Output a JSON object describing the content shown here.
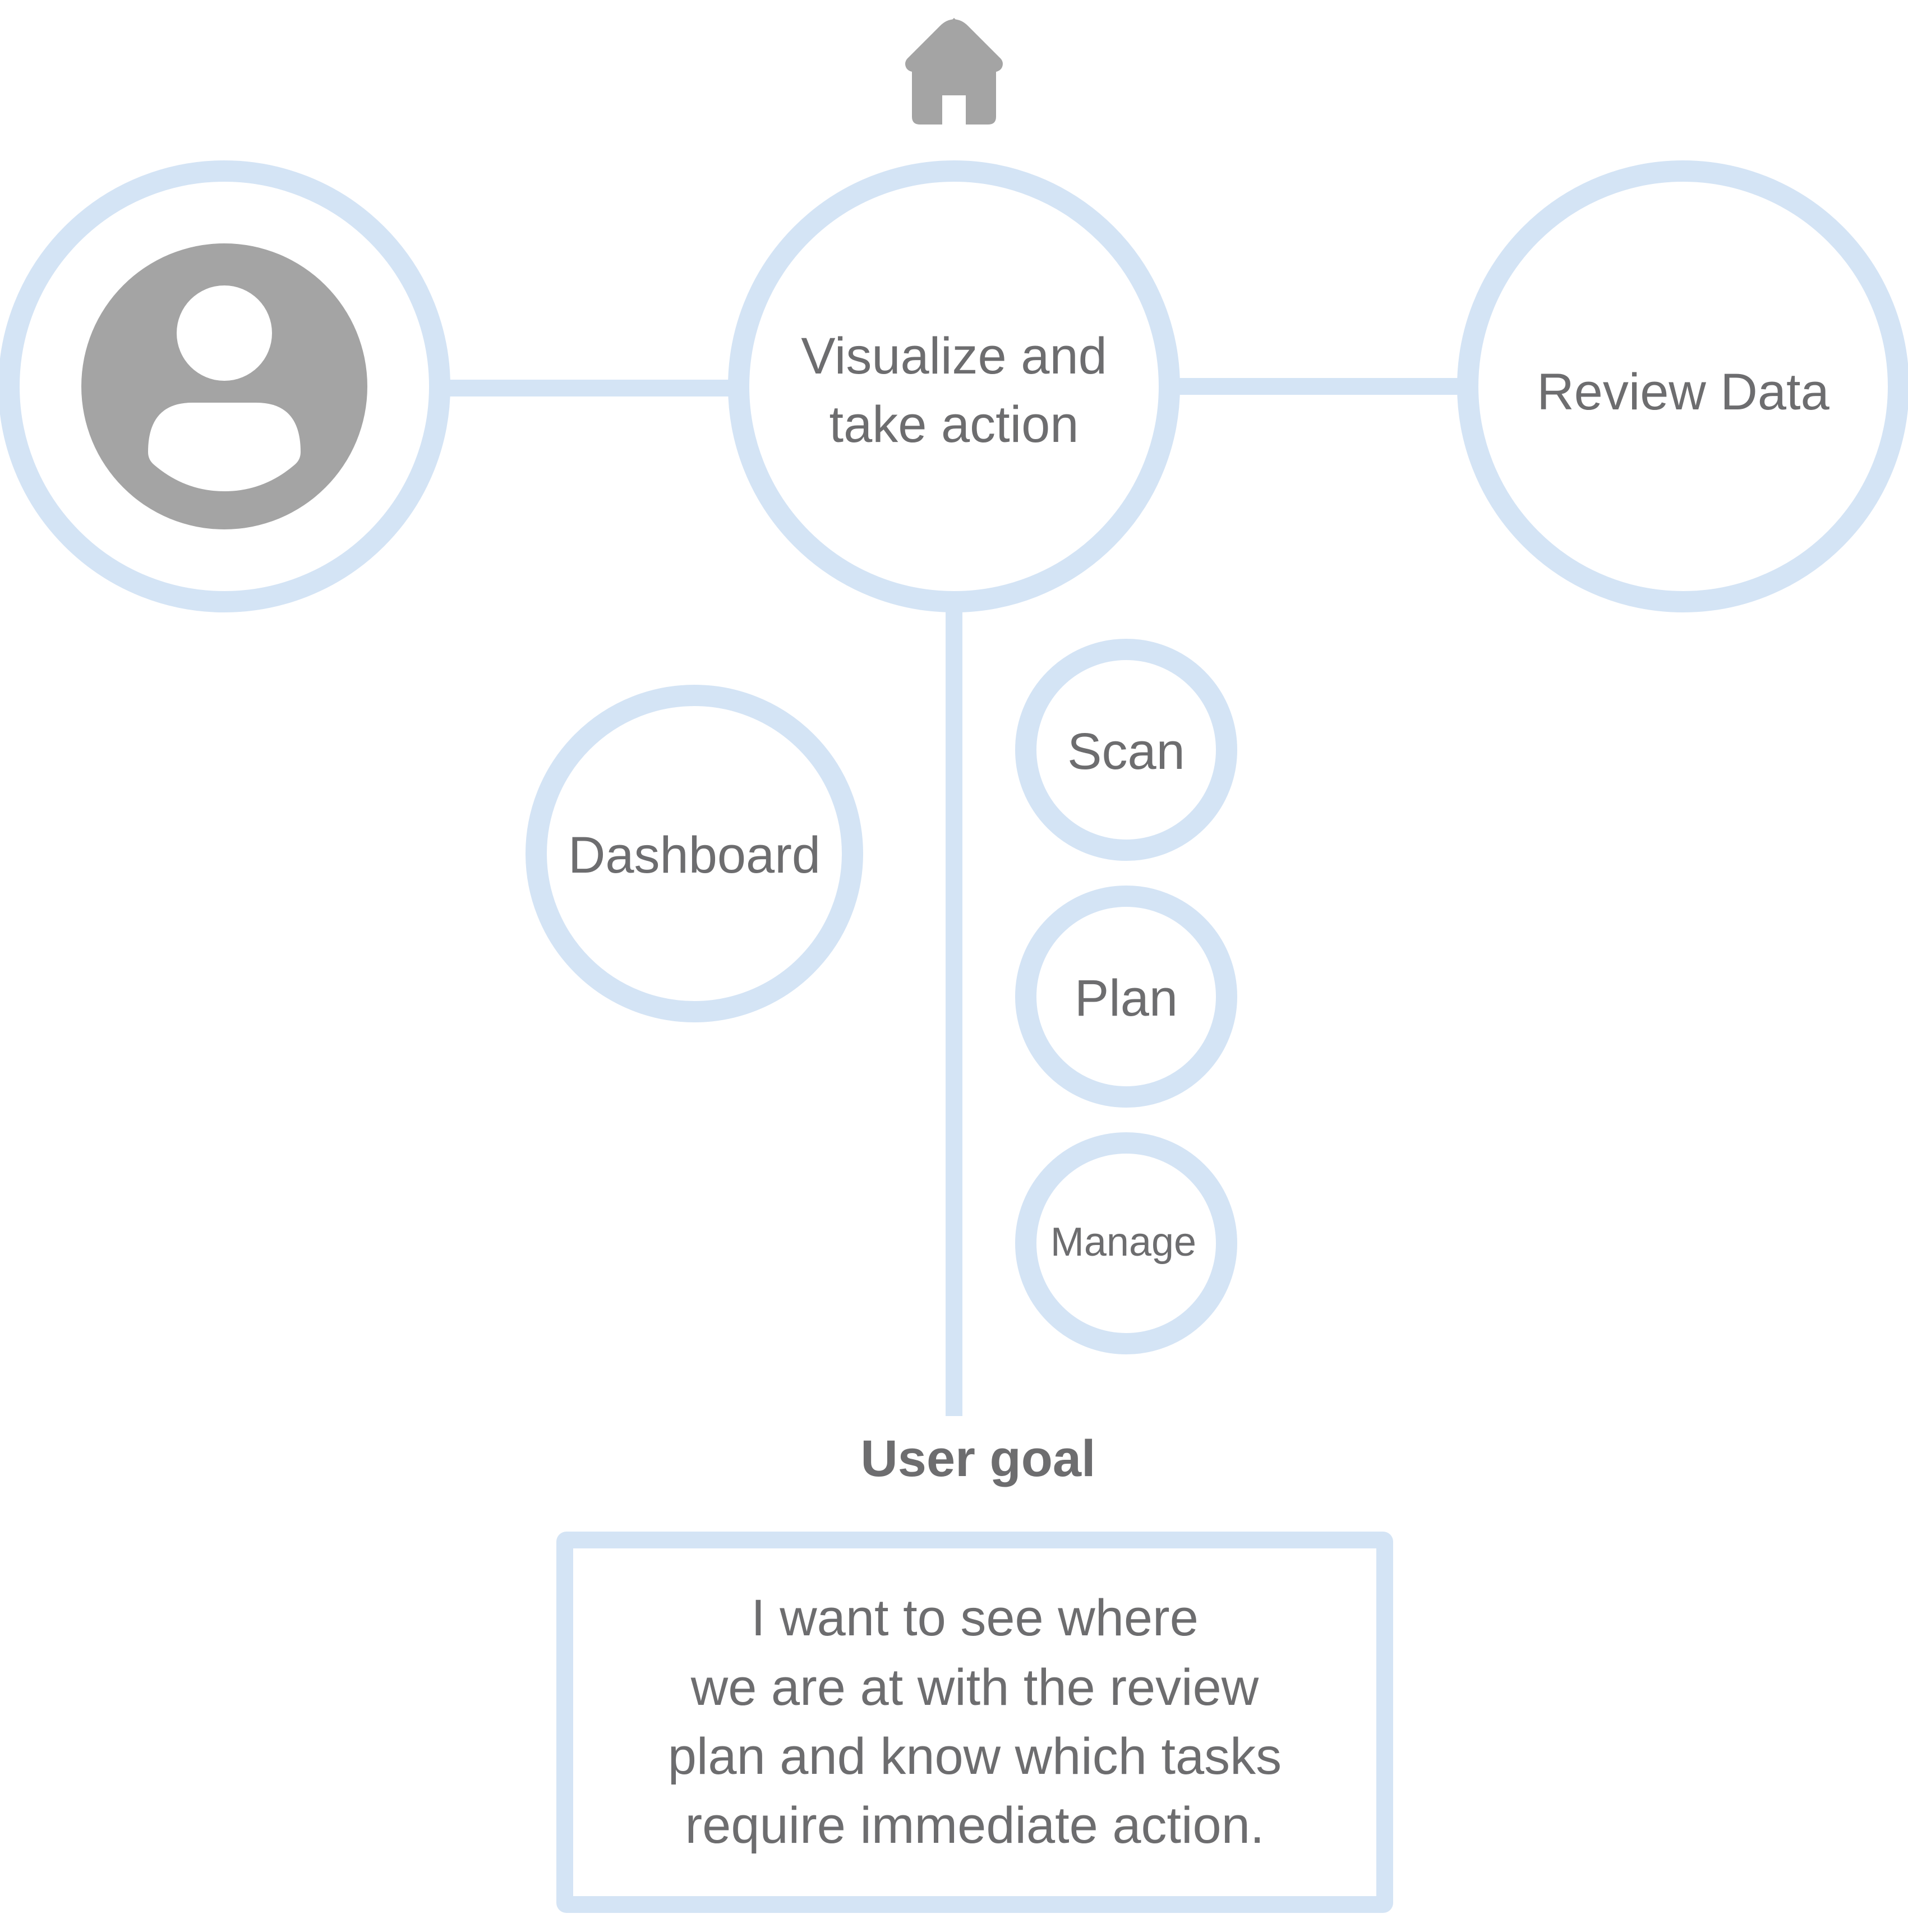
{
  "colors": {
    "ring": "#d4e4f5",
    "icon": "#a4a4a4",
    "text": "#6d6d6f",
    "background": "#ffffff"
  },
  "icons": {
    "top": "home-icon",
    "persona": "user-icon"
  },
  "nodes": {
    "center": {
      "line1": "Visualize and",
      "line2": "take action"
    },
    "right": {
      "label": "Review Data"
    },
    "dashboard": {
      "label": "Dashboard"
    },
    "scan": {
      "label": "Scan"
    },
    "plan": {
      "label": "Plan"
    },
    "manage": {
      "label": "Manage"
    }
  },
  "goal": {
    "heading": "User goal",
    "text": "I want to see where\nwe are at with the review\nplan and know which tasks\nrequire immediate action."
  }
}
